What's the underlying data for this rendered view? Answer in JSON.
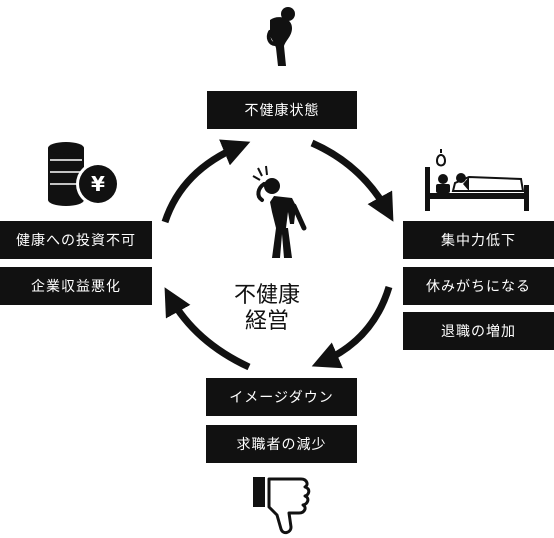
{
  "center": {
    "line1": "不健康",
    "line2": "経営"
  },
  "top": {
    "label": "不健康状態",
    "icon": "tired-person-icon"
  },
  "right": {
    "labels": [
      "集中力低下",
      "休みがちになる",
      "退職の増加"
    ],
    "icon": "sick-in-bed-icon"
  },
  "bottom": {
    "labels": [
      "イメージダウン",
      "求職者の減少"
    ],
    "icon": "thumbs-down-icon"
  },
  "left": {
    "labels": [
      "健康への投資不可",
      "企業収益悪化"
    ],
    "icon": "yen-coins-icon",
    "currency_symbol": "¥"
  },
  "colors": {
    "box": "#111111",
    "text_on_box": "#ffffff",
    "ink": "#111111"
  }
}
